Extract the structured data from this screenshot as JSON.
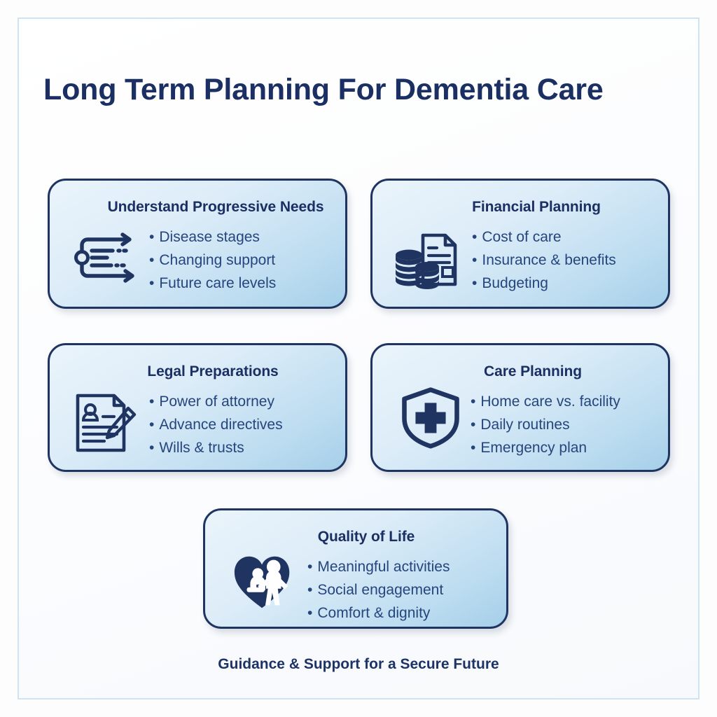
{
  "title": "Long Term Planning For Dementia Care",
  "footer": "Guidance & Support for a Secure Future",
  "colors": {
    "navy": "#1b2f63",
    "bullet_text": "#25457c",
    "card_border": "#1f3461",
    "frame_border": "#cfe4f2",
    "card_gradient_start": "#eaf4fb",
    "card_gradient_end": "#a5cfe9",
    "page_background": "#fdfdfe"
  },
  "cards": [
    {
      "id": "understand-progressive-needs",
      "title": "Understand Progressive Needs",
      "icon": "flow-branching-arrows-icon",
      "bullets": [
        "Disease stages",
        "Changing support",
        "Future care levels"
      ]
    },
    {
      "id": "financial-planning",
      "title": "Financial Planning",
      "icon": "coins-document-icon",
      "bullets": [
        "Cost of care",
        "Insurance & benefits",
        "Budgeting"
      ]
    },
    {
      "id": "legal-preparations",
      "title": "Legal Preparations",
      "icon": "document-person-pencil-icon",
      "bullets": [
        "Power of attorney",
        "Advance directives",
        "Wills & trusts"
      ]
    },
    {
      "id": "care-planning",
      "title": "Care Planning",
      "icon": "shield-medical-cross-icon",
      "bullets": [
        "Home care vs. facility",
        "Daily routines",
        "Emergency plan"
      ]
    },
    {
      "id": "quality-of-life",
      "title": "Quality of Life",
      "icon": "heart-caregiver-people-icon",
      "bullets": [
        "Meaningful activities",
        "Social engagement",
        "Comfort & dignity"
      ]
    }
  ],
  "bullet_marker": "•"
}
